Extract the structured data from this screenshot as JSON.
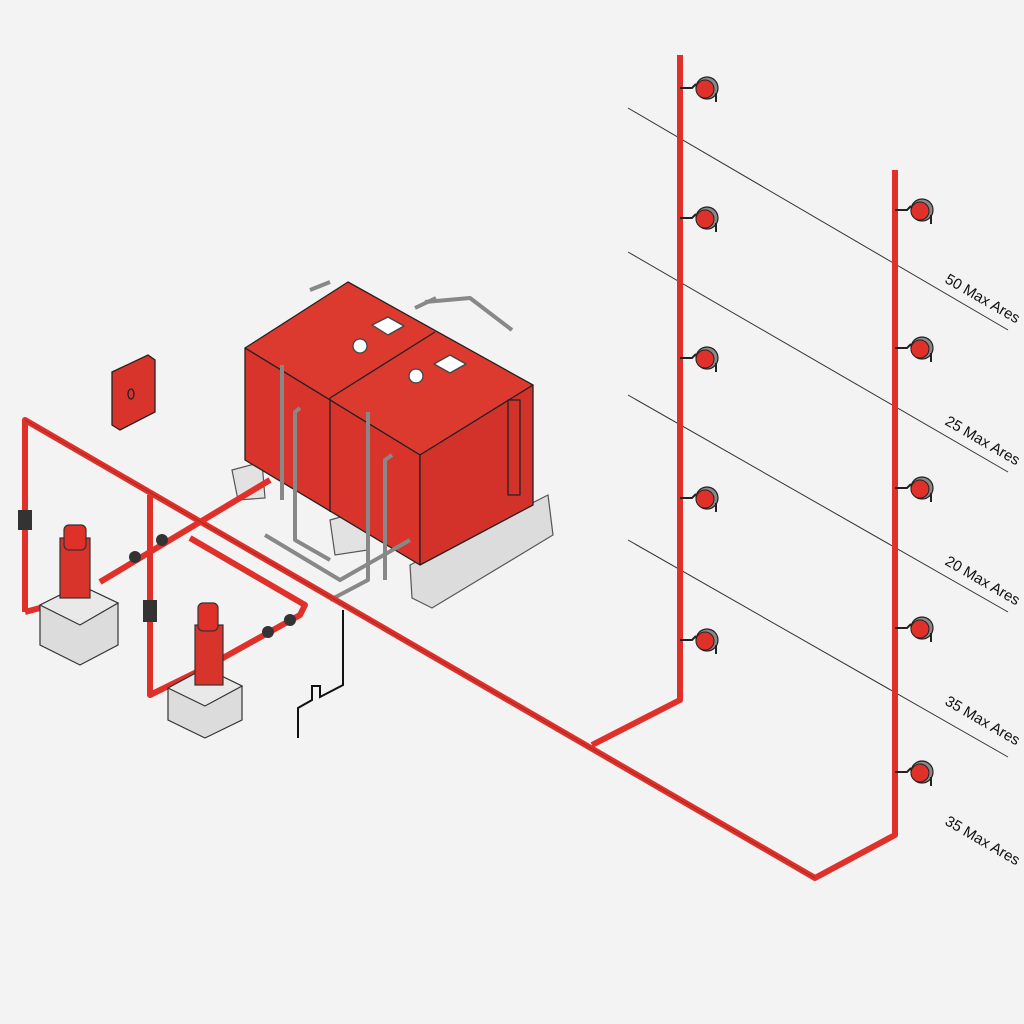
{
  "zone_labels": [
    "50 Max Ares",
    "25 Max Ares",
    "20 Max Ares",
    "35 Max Ares",
    "35 Max Ares"
  ],
  "colors": {
    "pipe": "#e0302a",
    "tank": "#d9342b",
    "tank_dark": "#b82a22",
    "base": "#d8d8d8",
    "line": "#222222",
    "background": "#f3f3f3"
  }
}
